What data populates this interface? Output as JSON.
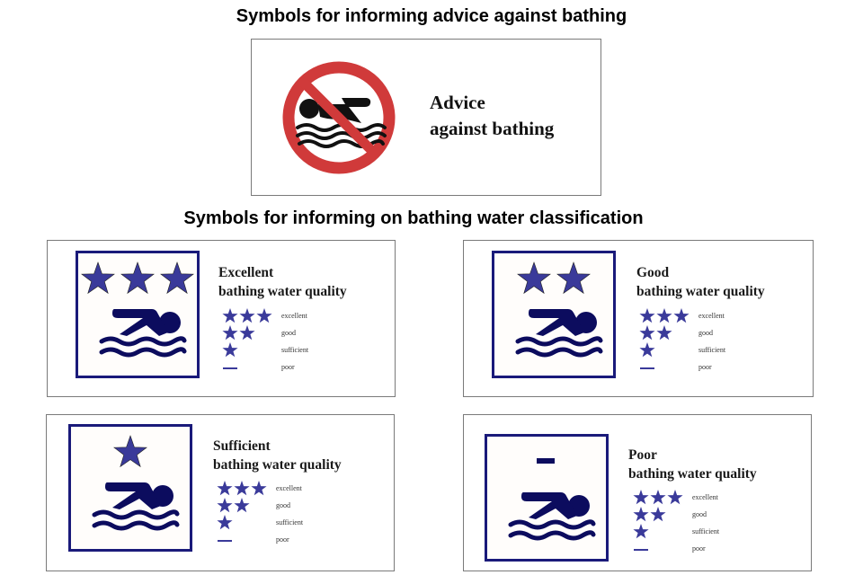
{
  "headings": {
    "advice": "Symbols for informing advice against bathing",
    "classification": "Symbols for informing on bathing water classification"
  },
  "advice_sign": {
    "icon": "no-swimming-prohibition-icon",
    "line1": "Advice",
    "line2": "against bathing",
    "colors": {
      "ring": "#d03a3a",
      "figure": "#111111"
    }
  },
  "colors": {
    "navy": "#1a1a7a",
    "star_fill": "#3a3a9a",
    "swimmer": "#0c0c5e"
  },
  "legend": [
    {
      "stars": 3,
      "label": "excellent"
    },
    {
      "stars": 2,
      "label": "good"
    },
    {
      "stars": 1,
      "label": "sufficient"
    },
    {
      "stars": 0,
      "label": "poor"
    }
  ],
  "cards": [
    {
      "id": "excellent",
      "title_line1": "Excellent",
      "title_line2": "bathing water quality",
      "stars": 3
    },
    {
      "id": "good",
      "title_line1": "Good",
      "title_line2": "bathing water quality",
      "stars": 2
    },
    {
      "id": "sufficient",
      "title_line1": "Sufficient",
      "title_line2": "bathing water quality",
      "stars": 1
    },
    {
      "id": "poor",
      "title_line1": "Poor",
      "title_line2": "bathing water quality",
      "stars": 0
    }
  ]
}
